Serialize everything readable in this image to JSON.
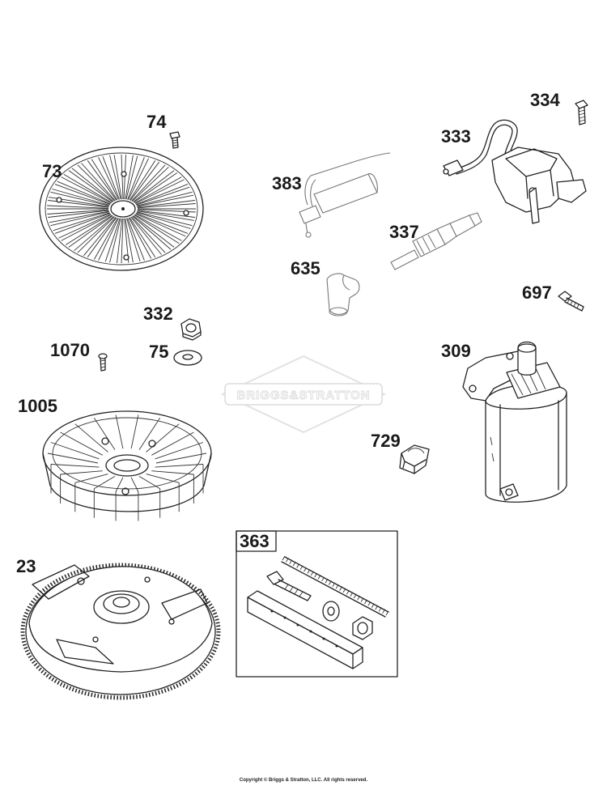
{
  "watermark": {
    "text": "BRIGGS&STRATTON"
  },
  "copyright": "Copyright © Briggs & Stratton, LLC. All rights reserved.",
  "parts": {
    "p74": "74",
    "p73": "73",
    "p334": "334",
    "p333": "333",
    "p383": "383",
    "p337": "337",
    "p635": "635",
    "p697": "697",
    "p332": "332",
    "p75": "75",
    "p1070": "1070",
    "p309": "309",
    "p1005": "1005",
    "p729": "729",
    "p23": "23",
    "p363": "363"
  }
}
